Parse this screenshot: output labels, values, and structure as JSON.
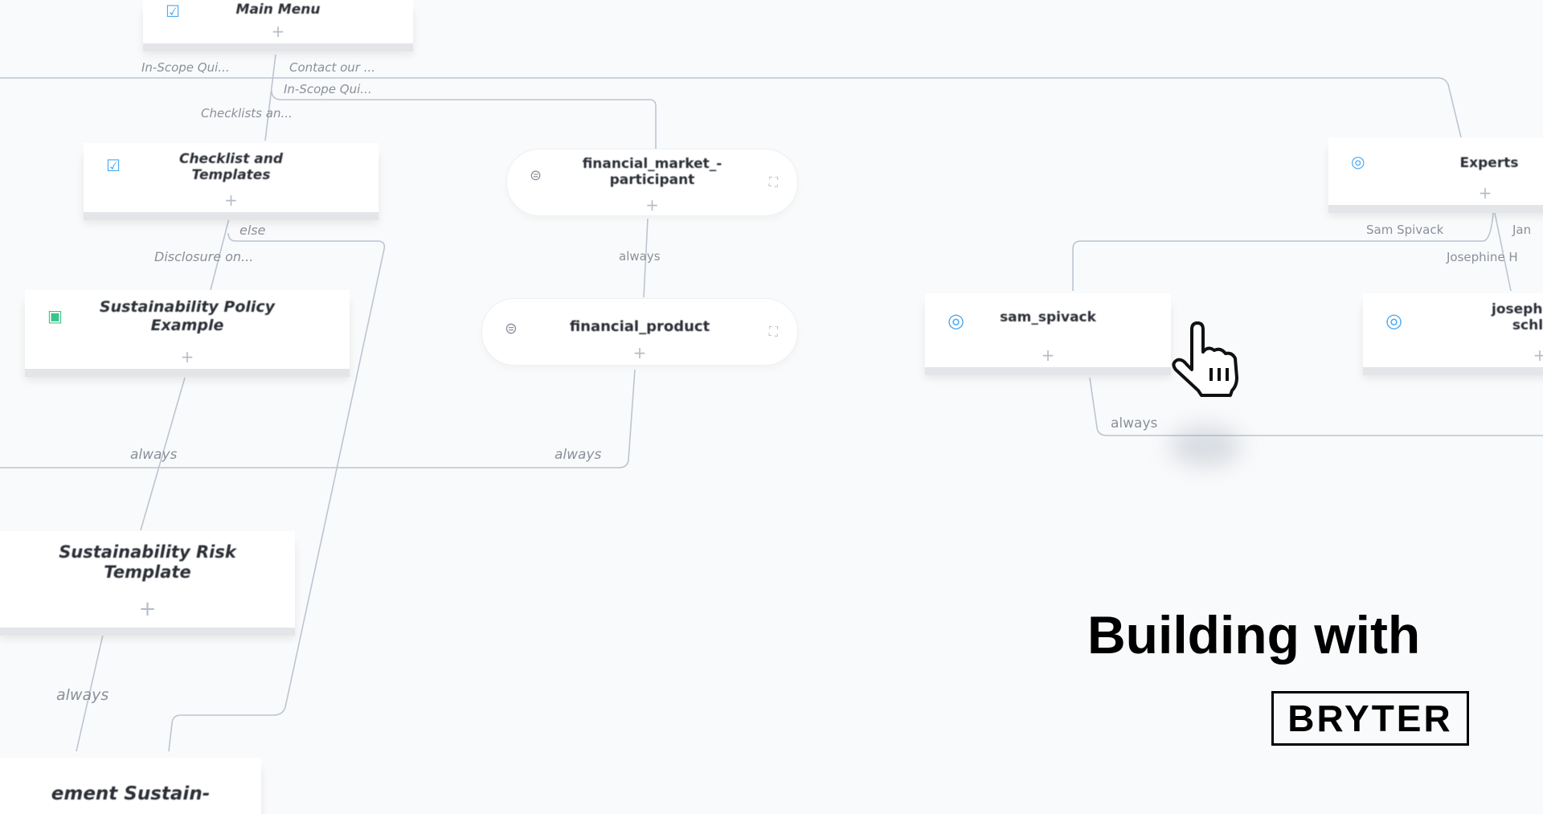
{
  "nodes": {
    "main_menu": {
      "title": "Main Menu",
      "icon": "checkbox-icon"
    },
    "checklist": {
      "title": "Checklist and Templates",
      "icon": "checkbox-icon"
    },
    "policy": {
      "title": "Sustainability Policy Example",
      "icon": "document-icon"
    },
    "risk": {
      "title": "Sustainability Risk Template"
    },
    "bottom": {
      "title": "ement Sustain-"
    },
    "fmp": {
      "title": "financial_market_-participant",
      "icon": "list-icon"
    },
    "fp": {
      "title": "financial_product",
      "icon": "list-icon"
    },
    "experts": {
      "title": "Experts",
      "icon": "target-icon"
    },
    "sam": {
      "title": "sam_spivack",
      "icon": "target-icon"
    },
    "josephine": {
      "title": "josephine schl",
      "icon": "target-icon"
    }
  },
  "edges": {
    "in_scope_1": "In-Scope Qui...",
    "contact": "Contact our ...",
    "in_scope_2": "In-Scope Qui...",
    "checklists": "Checklists an...",
    "else": "else",
    "disclosure": "Disclosure on...",
    "always_fmp": "always",
    "always_policy": "always",
    "always_fp": "always",
    "always_risk": "always",
    "always_sam": "always",
    "sam_spivack": "Sam Spivack",
    "jan": "Jan",
    "josephine": "Josephine H"
  },
  "plus": "+",
  "headline": "Building with",
  "logo": "BRYTER",
  "colors": {
    "accent_blue": "#4aa8f0",
    "accent_green": "#3cc48c",
    "line": "#b8c2d0"
  }
}
